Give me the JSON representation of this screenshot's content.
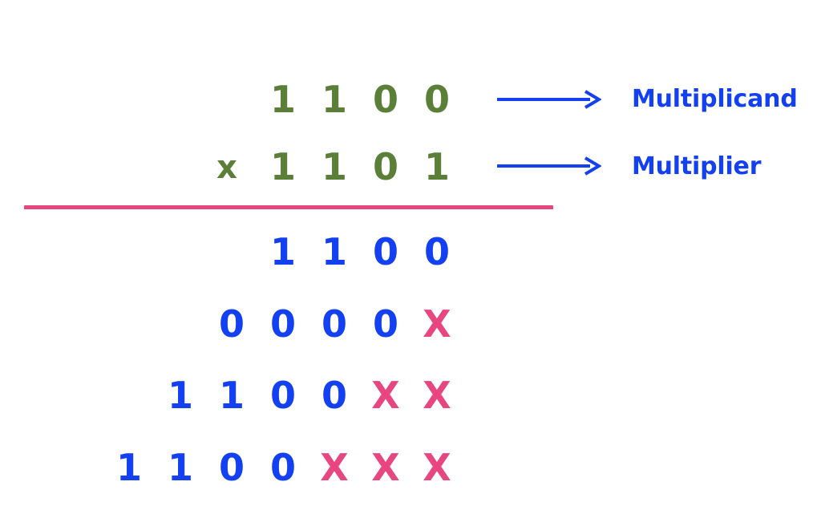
{
  "figure": {
    "title_text": "",
    "background": "#ffffff",
    "colors": {
      "operand_green": "#5B7F38",
      "partial_blue": "#1340F0",
      "placeholder_pink": "#E8467F",
      "rule_pink": "#E8467F",
      "arrow_blue": "#1340F0",
      "label_blue": "#1340F0"
    }
  },
  "operands": {
    "multiplicand": {
      "digits": [
        "1",
        "1",
        "0",
        "0"
      ],
      "value": "1100",
      "color": "#5B7F38"
    },
    "multiplier": {
      "operator": "x",
      "digits": [
        "1",
        "1",
        "0",
        "1"
      ],
      "value": "1101",
      "color": "#5B7F38"
    }
  },
  "partial_products": [
    {
      "cells": [
        "1",
        "1",
        "0",
        "0"
      ],
      "shift": 0
    },
    {
      "cells": [
        "0",
        "0",
        "0",
        "0",
        "X"
      ],
      "shift": 1
    },
    {
      "cells": [
        "1",
        "1",
        "0",
        "0",
        "X",
        "X"
      ],
      "shift": 2
    },
    {
      "cells": [
        "1",
        "1",
        "0",
        "0",
        "X",
        "X",
        "X"
      ],
      "shift": 3
    }
  ],
  "annotations": {
    "multiplicand_arrow": "right-arrow",
    "multiplicand_label": "Multiplicand",
    "multiplier_arrow": "right-arrow",
    "multiplier_label": "Multiplier"
  }
}
